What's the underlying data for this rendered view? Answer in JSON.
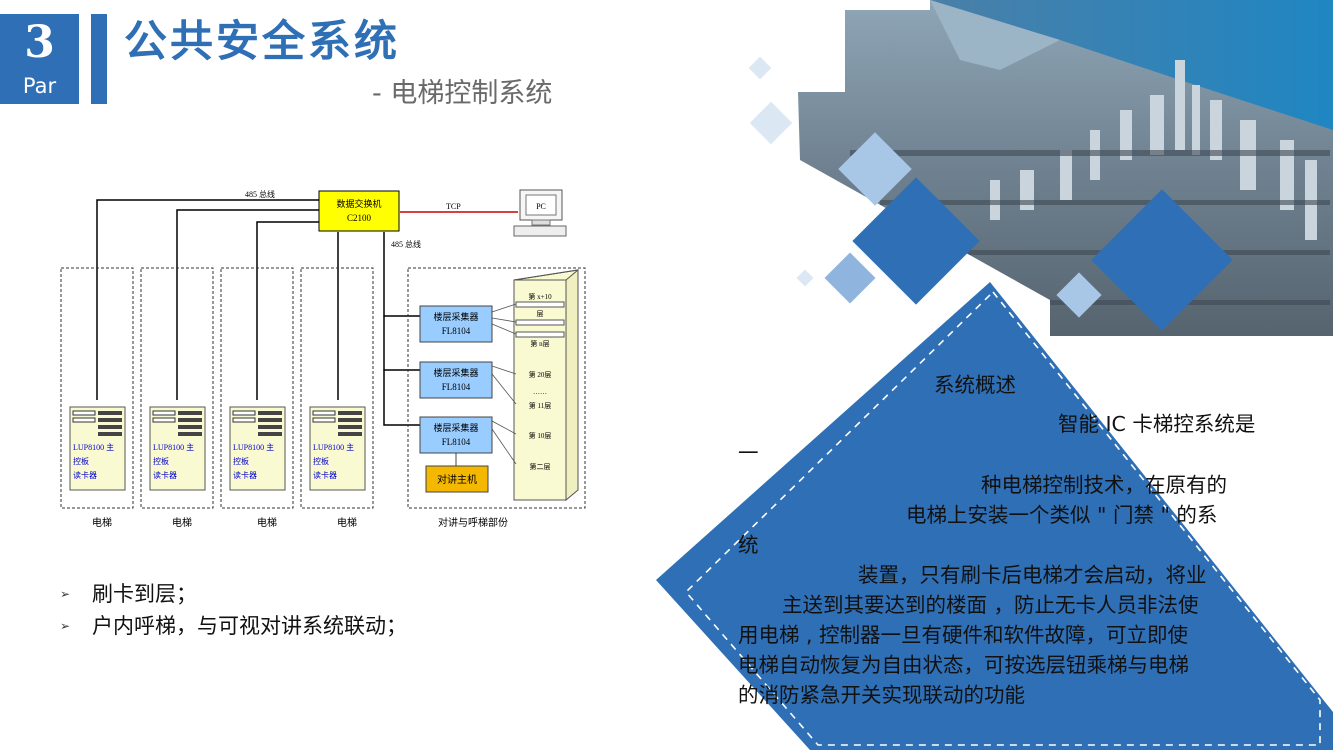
{
  "header": {
    "badge_number": "3",
    "badge_label": "Par",
    "title": "公共安全系统",
    "subtitle": "- 电梯控制系统"
  },
  "diagram": {
    "switch": {
      "name": "数据交换机",
      "model": "C2100"
    },
    "pc_label": "PC",
    "tcp_label": "TCP",
    "bus_top_label": "485 总线",
    "bus_right_label": "485 总线",
    "elevators": [
      {
        "line1": "LUP8100 主",
        "line2": "控板",
        "line3": "读卡器",
        "caption": "电梯"
      },
      {
        "line1": "LUP8100 主",
        "line2": "控板",
        "line3": "读卡器",
        "caption": "电梯"
      },
      {
        "line1": "LUP8100 主",
        "line2": "控板",
        "line3": "读卡器",
        "caption": "电梯"
      },
      {
        "line1": "LUP8100 主",
        "line2": "控板",
        "line3": "读卡器",
        "caption": "电梯"
      }
    ],
    "collectors": [
      {
        "name": "楼层采集器",
        "model": "FL8104"
      },
      {
        "name": "楼层采集器",
        "model": "FL8104"
      },
      {
        "name": "楼层采集器",
        "model": "FL8104"
      }
    ],
    "intercom_host": "对讲主机",
    "floors": [
      "第 x+10",
      "层",
      "第 n层",
      "第 20层",
      "……",
      "第 11层",
      "第 10层",
      "第二层"
    ],
    "intercom_caption": "对讲与呼梯部份"
  },
  "bullets": [
    "刷卡到层；",
    "户内呼梯，与可视对讲系统联动；"
  ],
  "overview": {
    "heading": "系统概述",
    "lines": [
      "智能 IC 卡梯控系统是",
      "一",
      "种电梯控制技术，在原有的",
      "电梯上安装一个类似 \" 门禁 \" 的系",
      "统",
      "装置，只有刷卡后电梯才会启动，将业",
      "主送到其要达到的楼面 ，防止无卡人员非法使",
      "用电梯 , 控制器一旦有硬件和软件故障，可立即使",
      "电梯自动恢复为自由状态，可按选层钮乘梯与电梯",
      "的消防紧急开关实现联动的功能"
    ]
  },
  "colors": {
    "accent": "#2f6fb5",
    "switch_fill": "#ffff00",
    "collector_fill": "#99ccff",
    "host_fill": "#f5b800",
    "cabinet_fill": "#fafad2"
  }
}
